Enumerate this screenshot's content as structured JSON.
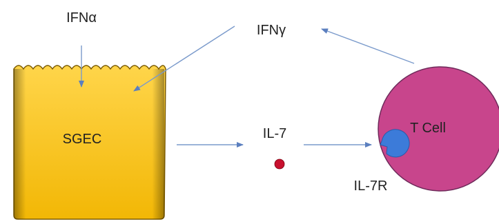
{
  "labels": {
    "ifn_alpha": "IFNα",
    "ifn_gamma": "IFNγ",
    "sgec": "SGEC",
    "il7": "IL-7",
    "t_cell": "T Cell",
    "il7r": "IL-7R"
  },
  "colors": {
    "sgec_fill_top": "#FFD54A",
    "sgec_fill_bottom": "#F2B705",
    "sgec_edge": "#7A5A00",
    "t_cell_fill": "#C8458C",
    "t_cell_stroke": "#6E2A5A",
    "receptor_fill": "#3C7BD9",
    "il7_dot": "#C8102E",
    "arrow": "#7A9ACB"
  }
}
